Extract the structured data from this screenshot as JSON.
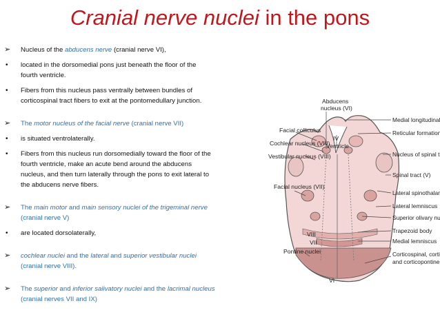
{
  "title": {
    "part1": "Cranial nerve nuclei",
    "part2": " in the pons"
  },
  "bullets": {
    "b1": {
      "prefix": "Nucleus of the ",
      "em": "abducens nerve",
      "suffix": " (cranial nerve VI),",
      "a": "located in the dorsomedial pons just beneath the floor of the",
      "b": "fourth ventricle.",
      "c": "Fibers from this nucleus pass ventrally between bundles of",
      "d": "corticospinal tract fibers to exit at the pontomedullary junction."
    },
    "b2": {
      "prefix": "The ",
      "em": "motor nucleus of the facial nerve",
      "suffix": " (cranial nerve VII)",
      "a": " is situated ventrolaterally.",
      "b": " Fibers from this nucleus run dorsomedially toward the floor of the",
      "c": "fourth ventricle, make an acute bend around the abducens",
      "d": "nucleus, and then turn laterally through the pons to exit lateral to",
      "e": "the abducens nerve fibers."
    },
    "b3": {
      "prefix": "The ",
      "em1": "main motor",
      "mid": " and ",
      "em2": "main sensory nuclei of the trigeminal nerve",
      "l2": "(cranial nerve V)",
      "a": " are located dorsolaterally,"
    },
    "b4": {
      "em1": "cochlear nuclei",
      "m1": " and the ",
      "em2": "lateral",
      "m2": " and ",
      "em3": "superior vestibular nuclei",
      "l2": "(cranial nerve VIII)."
    },
    "b5": {
      "prefix": "The ",
      "em1": "superior",
      "m1": " and ",
      "em2": "inferior salivatory nuclei",
      "m2": " and the ",
      "em3": "lacrimal nucleus",
      "l2": "(cranial nerves VII and IX)"
    }
  },
  "figure": {
    "left_labels": {
      "abducens1": "Abducens",
      "abducens2": "nucleus (VI)",
      "facial_colliculus": "Facial colliculus",
      "cochlear": "Cochlear nucleus (VIII)",
      "vestibular": "Vestibular nucleus (VIII)",
      "iv": "IV",
      "ventricle": "Ventricle",
      "facial": "Facial nucleus (VII)",
      "viii": "VIII",
      "vii": "VII",
      "pontine": "Pontine nuclei",
      "vi": "VI"
    },
    "right_labels": {
      "mlf": "Medial longitudinal fasc",
      "reticular": "Reticular formation",
      "spinal_nuc": "Nucleus of spinal tract (",
      "spinal_tract": "Spinal tract (V)",
      "spinothalamic": "Lateral spinothalamic tra",
      "lateral_lemniscus": "Lateral lemniscus",
      "olivary": "Superior olivary nucleus",
      "trapezoid": "Trapezoid body",
      "medial_lemniscus": "Medial lemniscus",
      "cortico1": "Corticospinal, corticobul",
      "cortico2": "and corticopontine fibers"
    }
  }
}
